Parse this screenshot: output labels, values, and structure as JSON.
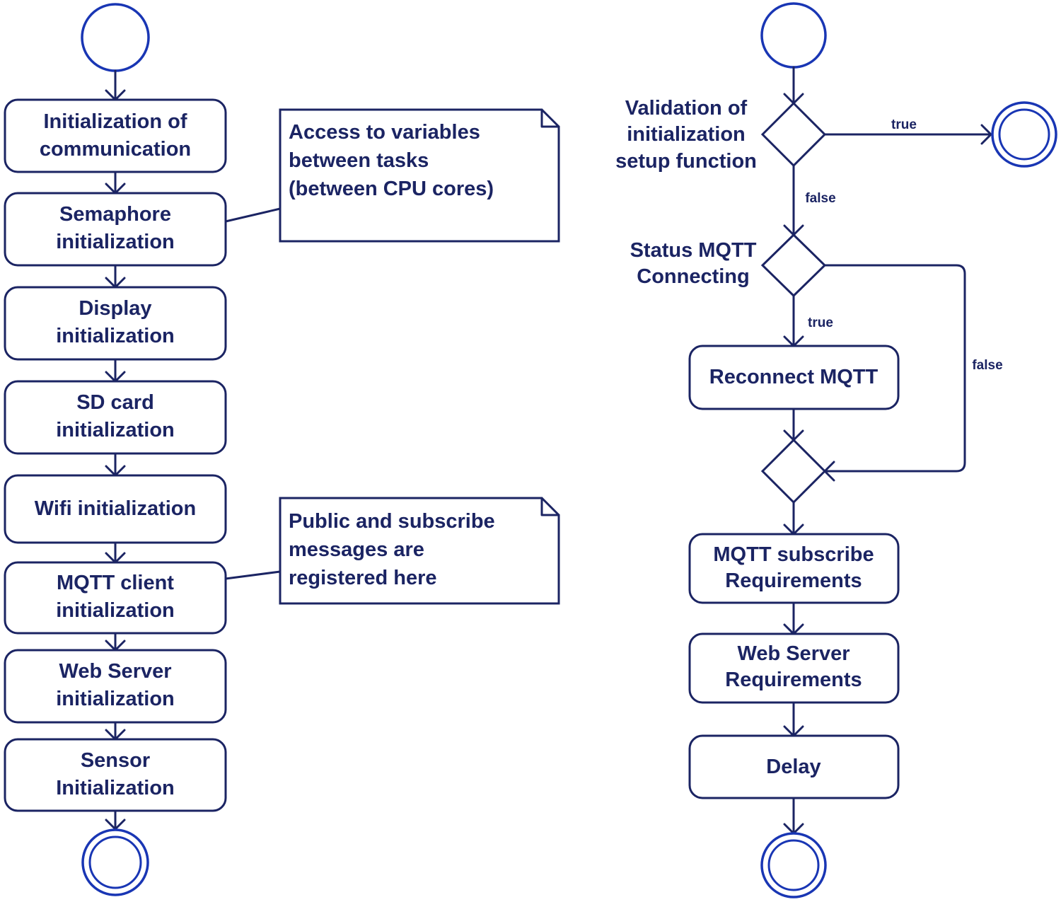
{
  "left_flow": {
    "activities": [
      [
        "Initialization of",
        "communication"
      ],
      [
        "Semaphore",
        "initialization"
      ],
      [
        "Display",
        "initialization"
      ],
      [
        "SD card",
        "initialization"
      ],
      [
        "Wifi initialization"
      ],
      [
        "MQTT client",
        "initialization"
      ],
      [
        "Web Server",
        "initialization"
      ],
      [
        "Sensor",
        "Initialization"
      ]
    ]
  },
  "notes": [
    [
      "Access to variables",
      "between tasks",
      "(between CPU cores)"
    ],
    [
      "Public and subscribe",
      "messages are",
      "registered here"
    ]
  ],
  "right_flow": {
    "decision_validation": [
      "Validation of",
      "initialization",
      "setup function"
    ],
    "decision_status": [
      "Status MQTT",
      "Connecting"
    ],
    "activities": {
      "reconnect": [
        "Reconnect MQTT"
      ],
      "mqtt_subscribe": [
        "MQTT subscribe",
        "Requirements"
      ],
      "web_server": [
        "Web Server",
        "Requirements"
      ],
      "delay": [
        "Delay"
      ]
    },
    "edge_labels": {
      "validation_true": "true",
      "validation_false": "false",
      "status_true": "true",
      "status_false": "false"
    }
  },
  "colors": {
    "line": "#1b2463",
    "terminal": "#1936b4",
    "text": "#1b2463",
    "background": "#ffffff"
  }
}
